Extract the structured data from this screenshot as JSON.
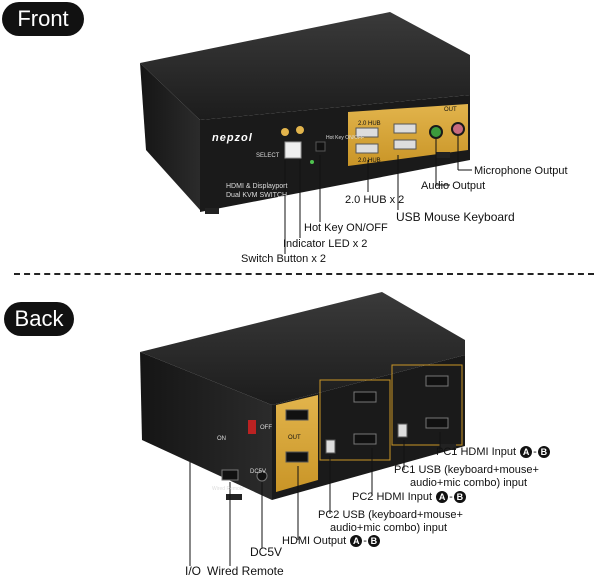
{
  "front": {
    "section_title": "Front",
    "brand": "nepzol",
    "labels": {
      "microphone_output": "Microphone Output",
      "audio_output": "Audio Output",
      "usb_mouse_keyboard": "USB Mouse Keyboard",
      "hub": "2.0 HUB x 2",
      "hot_key": "Hot Key ON/OFF",
      "indicator_led": "Indicator LED x 2",
      "switch_button": "Switch Button x 2"
    },
    "panel_text": {
      "select": "SELECT",
      "hot_key": "Hot Key ON/OFF",
      "hub_top": "2.0 HUB",
      "hub_bottom": "2.0 HUB",
      "out": "OUT",
      "model_line1": "HDMI & Displayport",
      "model_line2": "Dual KVM SWITCH"
    }
  },
  "back": {
    "section_title": "Back",
    "labels": {
      "pc1_hdmi": "PC1 HDMI Input",
      "pc1_usb_1": "PC1 USB (keyboard+mouse+",
      "pc1_usb_2": "audio+mic combo) input",
      "pc2_hdmi": "PC2 HDMI Input",
      "pc2_usb_1": "PC2 USB (keyboard+mouse+",
      "pc2_usb_2": "audio+mic combo) input",
      "hdmi_output": "HDMI Output",
      "dc5v": "DC5V",
      "io": "I/O",
      "wired_remote": "Wired Remote",
      "letter_a": "A",
      "letter_b": "B"
    },
    "panel_text": {
      "on": "ON",
      "off": "OFF",
      "dc5v": "DC5V",
      "wired_remote": "Wired Remote",
      "out": "OUT"
    }
  }
}
